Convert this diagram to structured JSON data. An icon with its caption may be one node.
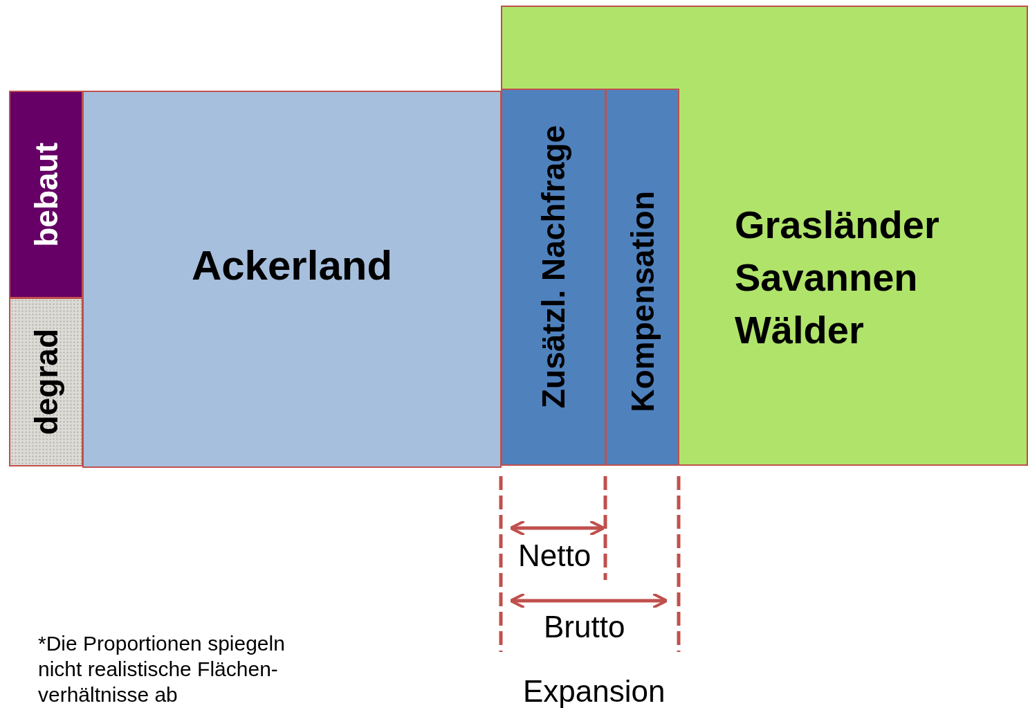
{
  "diagram": {
    "nodes": [
      {
        "text": [
          "bebaut"
        ]
      },
      {
        "text": [
          "degrad"
        ]
      },
      {
        "text": [
          "Ackerland"
        ]
      },
      {
        "text": [
          "Grasländer Savannen Wälder"
        ]
      },
      {
        "text": [
          "Zusätzl. Nachfrage"
        ],
        "in": 3
      },
      {
        "text": [
          "Kompensation"
        ],
        "in": 3
      }
    ],
    "labels": [
      "Netto",
      "Brutto",
      "Expansion",
      "*Die Proportionen spiegeln nicht realistische Flächen-verhältnisse ab"
    ]
  }
}
